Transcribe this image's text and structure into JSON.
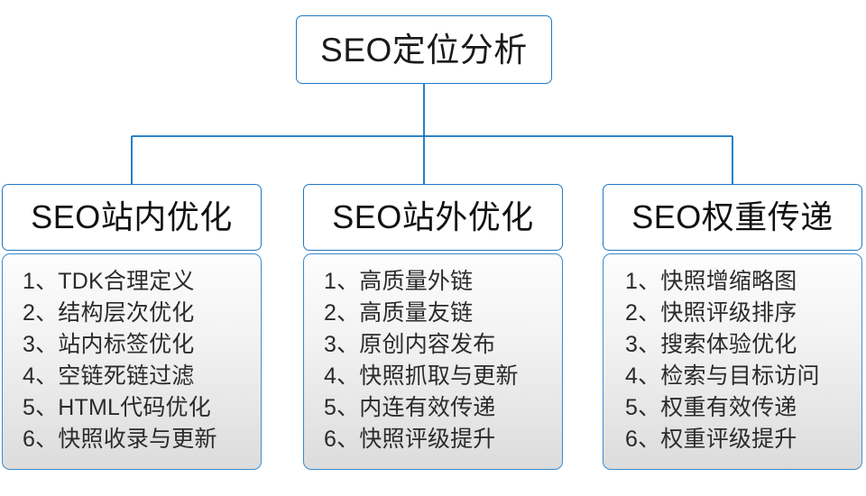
{
  "diagram": {
    "type": "tree-diagram",
    "accent_color": "#1f79c4",
    "connector_color": "#1272bd",
    "list_border_color": "#3a8ccd",
    "root": {
      "label": "SEO定位分析"
    },
    "branches": [
      {
        "header": "SEO站内优化",
        "items": [
          "1、TDK合理定义",
          "2、结构层次优化",
          "3、站内标签优化",
          "4、空链死链过滤",
          "5、HTML代码优化",
          "6、快照收录与更新"
        ]
      },
      {
        "header": "SEO站外优化",
        "items": [
          "1、高质量外链",
          "2、高质量友链",
          "3、原创内容发布",
          "4、快照抓取与更新",
          "5、内连有效传递",
          "6、快照评级提升"
        ]
      },
      {
        "header": "SEO权重传递",
        "items": [
          "1、快照增缩略图",
          "2、快照评级排序",
          "3、搜索体验优化",
          "4、检索与目标访问",
          "5、权重有效传递",
          "6、权重评级提升"
        ]
      }
    ]
  }
}
